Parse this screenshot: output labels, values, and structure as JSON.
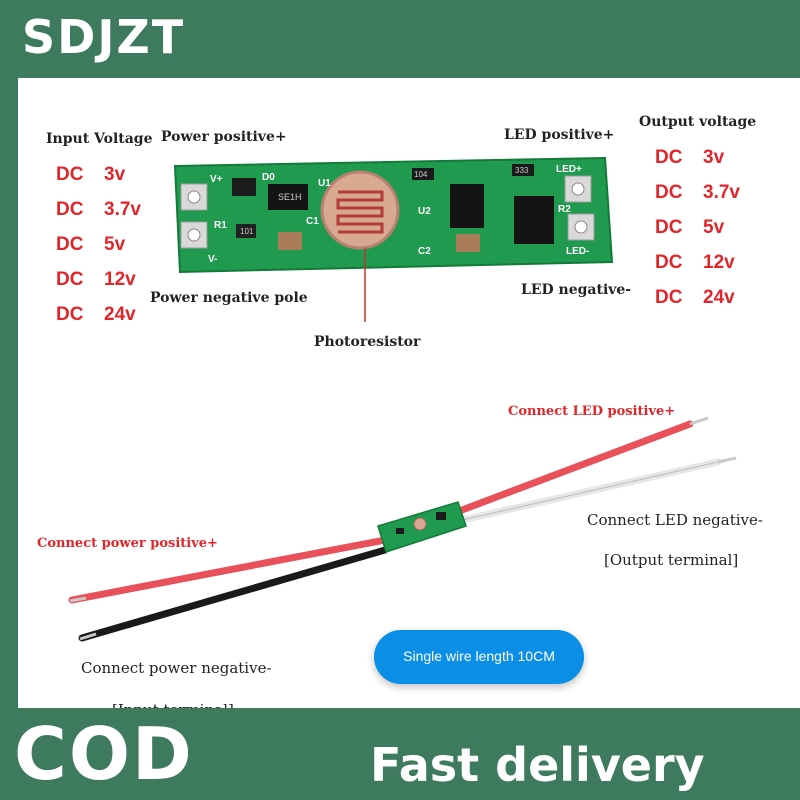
{
  "brand": {
    "name": "SDJZT"
  },
  "footer": {
    "cod": "COD",
    "delivery": "Fast delivery"
  },
  "board_labels": {
    "input_voltage": "Input Voltage",
    "power_positive": "Power positive+",
    "led_positive": "LED positive+",
    "output_voltage": "Output voltage",
    "power_negative_pole": "Power negative pole",
    "led_negative": "LED negative-",
    "photoresistor": "Photoresistor"
  },
  "input_voltages": [
    {
      "prefix": "DC",
      "value": "3v"
    },
    {
      "prefix": "DC",
      "value": "3.7v"
    },
    {
      "prefix": "DC",
      "value": "5v"
    },
    {
      "prefix": "DC",
      "value": "12v"
    },
    {
      "prefix": "DC",
      "value": "24v"
    }
  ],
  "output_voltages": [
    {
      "prefix": "DC",
      "value": "3v"
    },
    {
      "prefix": "DC",
      "value": "3.7v"
    },
    {
      "prefix": "DC",
      "value": "5v"
    },
    {
      "prefix": "DC",
      "value": "12v"
    },
    {
      "prefix": "DC",
      "value": "24v"
    }
  ],
  "silkscreen": {
    "v_plus": "V+",
    "v_minus": "V-",
    "d0": "D0",
    "r1": "R1",
    "c1": "C1",
    "u1": "U1",
    "u2": "U2",
    "c2": "C2",
    "r2": "R2",
    "led_plus": "LED+",
    "led_minus": "LED-",
    "chip_code": "SE1H",
    "res_101": "101",
    "res_104": "104",
    "res_333": "333"
  },
  "wiring_labels": {
    "connect_led_positive": "Connect LED positive+",
    "connect_led_negative": "Connect LED negative-",
    "output_terminal": "[Output terminal]",
    "connect_power_positive": "Connect power positive+",
    "connect_power_negative": "Connect power negative-",
    "input_terminal": "[Input terminal]"
  },
  "wire_note": "Single wire length 10CM",
  "colors": {
    "brand_green": "#3d7a5e",
    "pcb_green": "#1f9a4e",
    "label_red": "#e0262b",
    "pill_blue": "#0a8ee6",
    "wire_red": "#e8505a",
    "wire_black": "#1a1a1a",
    "wire_white": "#e6e6e6"
  }
}
